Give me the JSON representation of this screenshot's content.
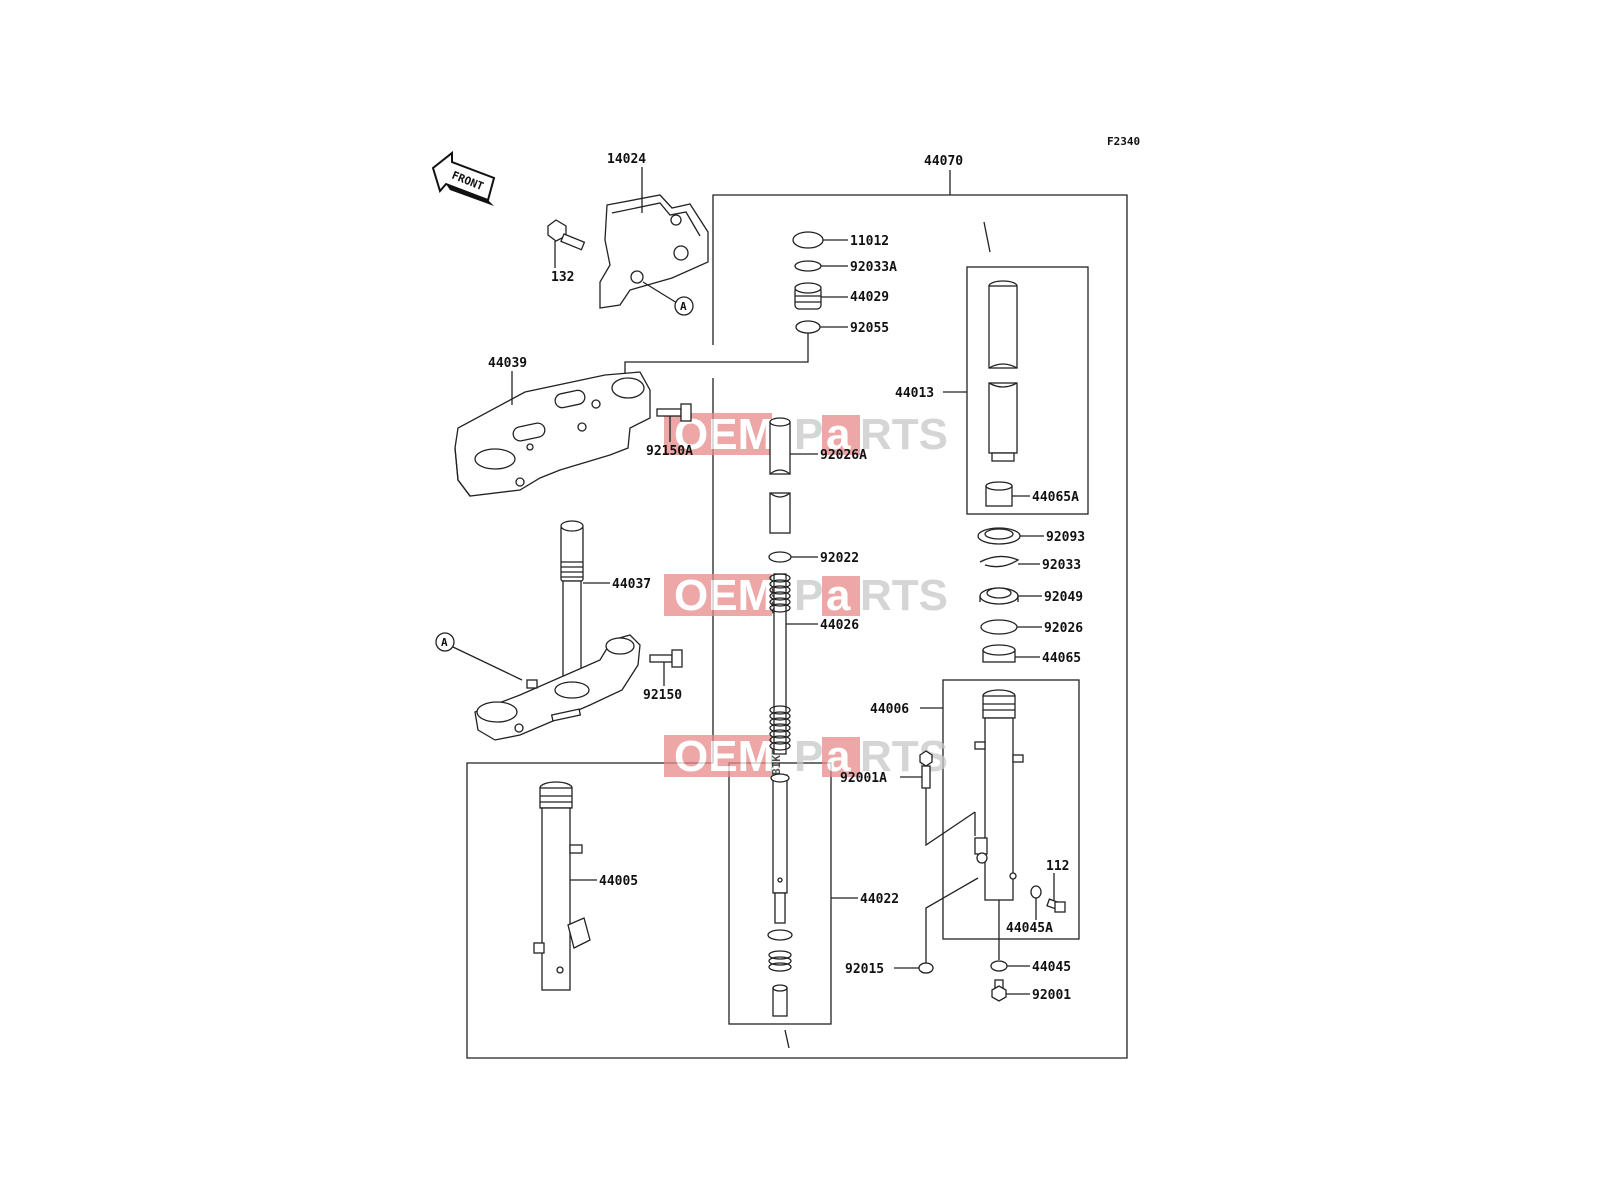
{
  "diagram": {
    "figure_code": "F2340",
    "front_label": "FRONT",
    "ref_a": "A",
    "watermark": {
      "oem": "OEM",
      "parts_p": "P",
      "parts_a": "a",
      "parts_rest": "RTS",
      "bike": "BIKE"
    },
    "parts": {
      "p14024": "14024",
      "p132": "132",
      "p44070": "44070",
      "p11012": "11012",
      "p92033A": "92033A",
      "p44029": "44029",
      "p92055": "92055",
      "p44039": "44039",
      "p92150A": "92150A",
      "p44013": "44013",
      "p92026A": "92026A",
      "p44065A": "44065A",
      "p92093": "92093",
      "p92022": "92022",
      "p92033": "92033",
      "p44037": "44037",
      "p92049": "92049",
      "p44026": "44026",
      "p92026": "92026",
      "p44065": "44065",
      "p92150": "92150",
      "p44006": "44006",
      "p92001A": "92001A",
      "p44005": "44005",
      "p112": "112",
      "p44022": "44022",
      "p44045A": "44045A",
      "p92015": "92015",
      "p44045": "44045",
      "p92001": "92001"
    }
  }
}
